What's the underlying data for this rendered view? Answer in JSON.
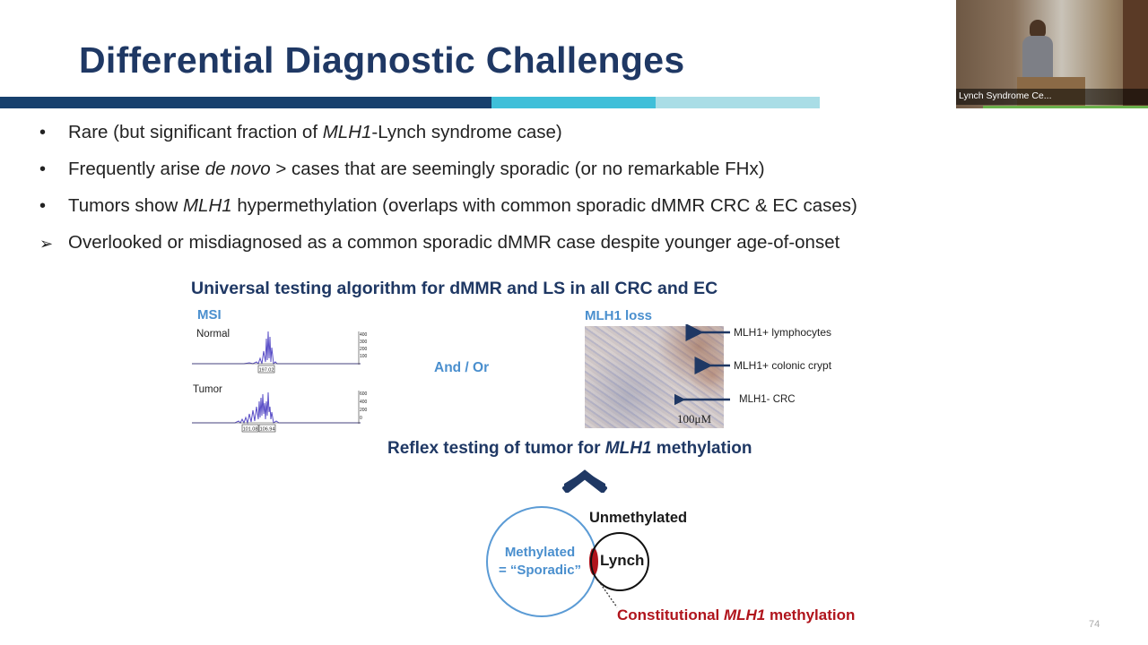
{
  "slide": {
    "title": "Differential Diagnostic Challenges",
    "page_number": "74"
  },
  "bullets": [
    {
      "marker": "•",
      "parts": [
        {
          "t": "Rare (but significant fraction of ",
          "i": false
        },
        {
          "t": "MLH1",
          "i": true
        },
        {
          "t": "-Lynch syndrome case)",
          "i": false
        }
      ]
    },
    {
      "marker": "•",
      "parts": [
        {
          "t": "Frequently arise ",
          "i": false
        },
        {
          "t": "de novo",
          "i": true
        },
        {
          "t": " > cases that are seemingly sporadic (or no remarkable FHx)",
          "i": false
        }
      ]
    },
    {
      "marker": "•",
      "parts": [
        {
          "t": "Tumors show ",
          "i": false
        },
        {
          "t": "MLH1",
          "i": true
        },
        {
          "t": " hypermethylation (overlaps with common sporadic dMMR CRC & EC cases)",
          "i": false
        }
      ]
    },
    {
      "marker": "➢",
      "parts": [
        {
          "t": "Overlooked or misdiagnosed as a common sporadic dMMR case despite younger age-of-onset",
          "i": false
        }
      ]
    }
  ],
  "algorithm": {
    "heading": "Universal testing algorithm for dMMR and LS in all CRC and EC",
    "msi_label": "MSI",
    "normal_label": "Normal",
    "tumor_label": "Tumor",
    "normal_peak_tag": "197.02",
    "tumor_peak_tags": [
      "101.08",
      "106.94"
    ],
    "normal_axis_ticks": [
      "400",
      "300",
      "200",
      "100"
    ],
    "tumor_axis_ticks": [
      "600",
      "400",
      "200",
      "0"
    ],
    "and_or": "And / Or",
    "mlh1_loss_label": "MLH1 loss",
    "scale_bar": "100μM",
    "annotations": [
      "MLH1+ lymphocytes",
      "MLH1+ colonic crypt",
      "MLH1- CRC"
    ],
    "reflex_prefix": "Reflex testing of tumor for ",
    "reflex_gene": "MLH1",
    "reflex_suffix": " methylation"
  },
  "venn": {
    "methylated_line1": "Methylated",
    "methylated_line2": "= “Sporadic”",
    "unmethylated": "Unmethylated",
    "lynch": "Lynch",
    "constitutional_prefix": "Constitutional ",
    "constitutional_gene": "MLH1",
    "constitutional_suffix": " methylation"
  },
  "video": {
    "caption": "Lynch Syndrome Ce..."
  },
  "colors": {
    "title": "#1f3864",
    "bar_dark": "#17406d",
    "bar_mid": "#3fbfd9",
    "bar_light": "#a9dde6",
    "accent_blue": "#4a8fce",
    "accent_red": "#b0141c"
  }
}
